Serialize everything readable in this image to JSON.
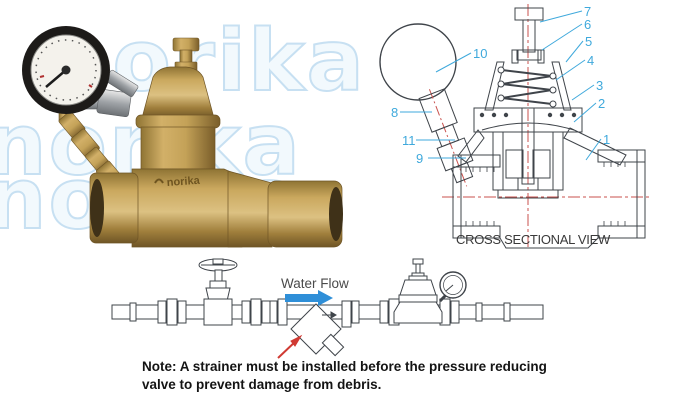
{
  "watermark": {
    "text": "norika"
  },
  "photo": {
    "brand_engraving": "norika"
  },
  "cross_section": {
    "title": "CROSS SECTIONAL VIEW",
    "callouts": [
      "1",
      "2",
      "3",
      "4",
      "5",
      "6",
      "7",
      "8",
      "9",
      "10",
      "11"
    ]
  },
  "installation": {
    "flow_label": "Water Flow",
    "note_line1": "Note: A strainer must be installed before the pressure reducing",
    "note_line2": "valve to prevent damage from debris."
  },
  "colors": {
    "callout_blue": "#3fa9dc",
    "flow_arrow_blue": "#2f8fd8",
    "centerline_red": "#c9524e",
    "note_arrow_red": "#d03a33",
    "brass": "#c9a55a",
    "watermark_blue": "#c7e0f2"
  }
}
